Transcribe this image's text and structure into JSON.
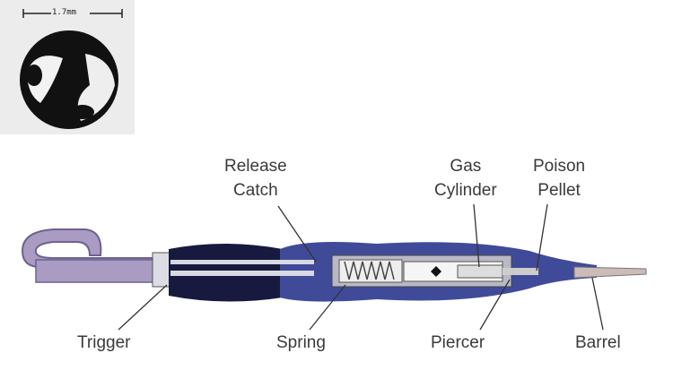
{
  "pellet_photo": {
    "scale_label": "1.7mm"
  },
  "labels": {
    "release_catch": [
      "Release",
      "Catch"
    ],
    "gas_cylinder": [
      "Gas",
      "Cylinder"
    ],
    "poison_pellet": [
      "Poison",
      "Pellet"
    ],
    "trigger": "Trigger",
    "spring": "Spring",
    "piercer": "Piercer",
    "barrel": "Barrel"
  }
}
